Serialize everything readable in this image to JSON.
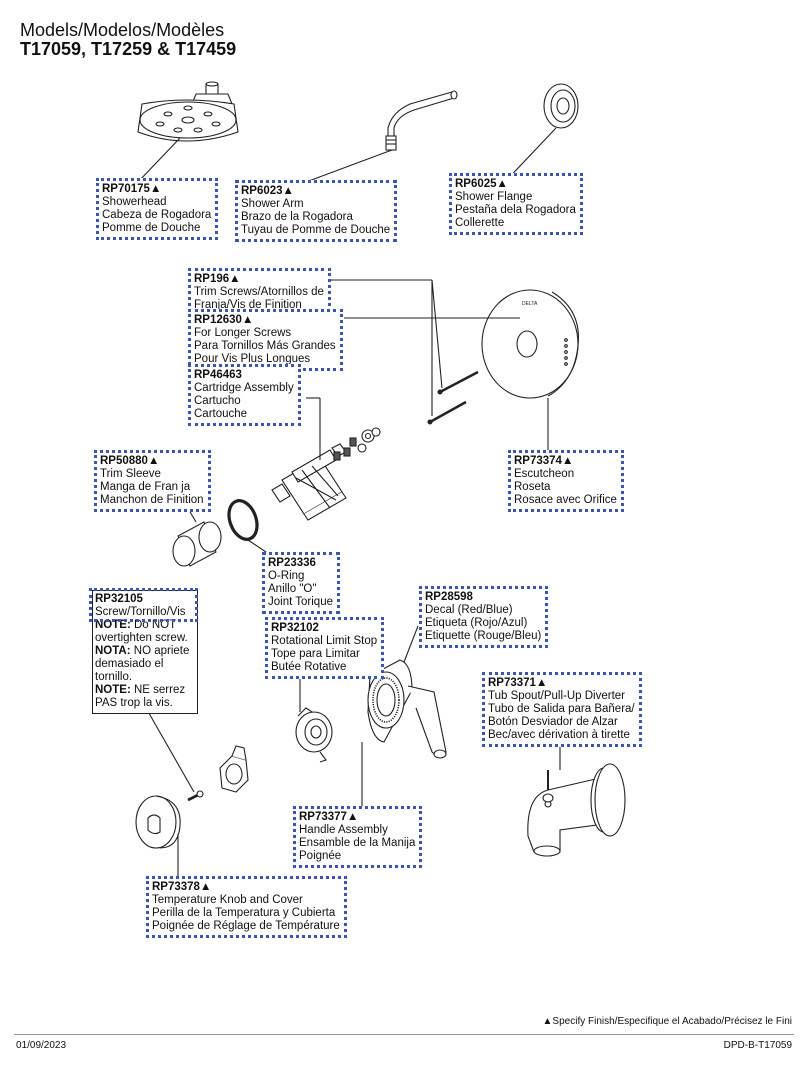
{
  "header": {
    "title": "Models/Modelos/Modèles",
    "models": "T17059, T17259 & T17459"
  },
  "parts": {
    "showerhead": {
      "pn": "RP70175▲",
      "lines": [
        "Showerhead",
        "Cabeza de Rogadora",
        "Pomme de Douche"
      ]
    },
    "shower_arm": {
      "pn": "RP6023▲",
      "lines": [
        "Shower Arm",
        "Brazo de la Rogadora",
        "Tuyau de Pomme de Douche"
      ]
    },
    "shower_flange": {
      "pn": "RP6025▲",
      "lines": [
        "Shower Flange",
        "Pestaña dela Rogadora",
        "Collerette"
      ]
    },
    "trim_screws": {
      "pn": "RP196▲",
      "lines": [
        "Trim Screws/Atornillos de",
        "Franja/Vis de Finition"
      ]
    },
    "longer_screws": {
      "pn": "RP12630▲",
      "lines": [
        "For Longer Screws",
        "Para Tornillos Más Grandes",
        "Pour Vis Plus Longues"
      ]
    },
    "cartridge": {
      "pn": "RP46463",
      "lines": [
        "Cartridge Assembly",
        "Cartucho",
        "Cartouche"
      ]
    },
    "trim_sleeve": {
      "pn": "RP50880▲",
      "lines": [
        "Trim Sleeve",
        "Manga de Fran ja",
        "Manchon de Finition"
      ]
    },
    "escutcheon": {
      "pn": "RP73374▲",
      "lines": [
        "Escutcheon",
        "Roseta",
        "Rosace avec Orifice"
      ]
    },
    "oring": {
      "pn": "RP23336",
      "lines": [
        "O-Ring",
        "Anillo \"O\"",
        "Joint Torique"
      ]
    },
    "screw": {
      "pn": "RP32105",
      "lines": [
        "Screw/Tornillo/Vis"
      ]
    },
    "limit_stop": {
      "pn": "RP32102",
      "lines": [
        "Rotational Limit Stop",
        "Tope para Limitar",
        "Butée Rotative"
      ]
    },
    "decal": {
      "pn": "RP28598",
      "lines": [
        "Decal (Red/Blue)",
        "Etiqueta (Rojo/Azul)",
        "Etiquette (Rouge/Bleu)"
      ]
    },
    "tub_spout": {
      "pn": "RP73371▲",
      "lines": [
        "Tub Spout/Pull-Up Diverter",
        "Tubo de Salida para Bañera/",
        "Botón Desviador de Alzar",
        "Bec/avec dérivation à tirette"
      ]
    },
    "handle": {
      "pn": "RP73377▲",
      "lines": [
        "Handle Assembly",
        "Ensamble de la Manija",
        "Poignée"
      ]
    },
    "temp_knob": {
      "pn": "RP73378▲",
      "lines": [
        "Temperature Knob and Cover",
        "Perilla de la Temperatura y Cubierta",
        "Poignée de Réglage de Température"
      ]
    }
  },
  "note": {
    "en_label": "NOTE:",
    "en_text": "Do NOT overtighten screw.",
    "es_label": "NOTA:",
    "es_text": "NO apriete demasiado el tornillo.",
    "fr_label": "NOTE:",
    "fr_text": "NE serrez PAS trop la vis."
  },
  "escutcheon_brand": "DELTA",
  "footer": {
    "specify": "▲Specify Finish/Especifique el Acabado/Précisez le Fini",
    "date": "01/09/2023",
    "code": "DPD-B-T17059"
  }
}
